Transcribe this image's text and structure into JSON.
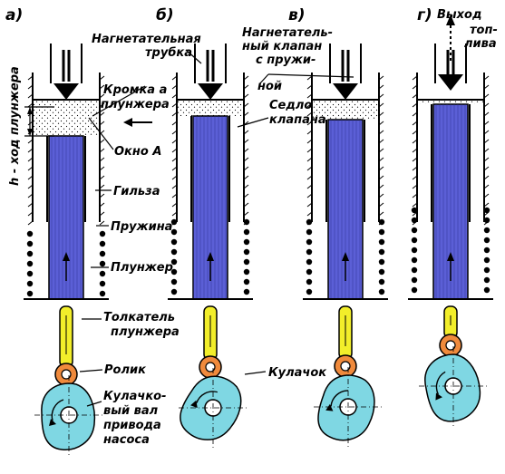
{
  "panels": [
    {
      "letter": "а)"
    },
    {
      "letter": "б)"
    },
    {
      "letter": "в)"
    },
    {
      "letter": "г)"
    }
  ],
  "labels": {
    "stroke_h": "h - ход плунжера",
    "delivery_tube": [
      "Нагнетательная",
      "трубка"
    ],
    "delivery_valve": [
      "Нагнетатель-",
      "ный клапан",
      "с пружи-",
      "ной"
    ],
    "fuel_exit": [
      "Выход",
      "топ-",
      "лива"
    ],
    "edge_a": [
      "Кромка а",
      "плунжера"
    ],
    "valve_seat": [
      "Седло",
      "клапана"
    ],
    "window_a": "Окно А",
    "sleeve": "Гильза",
    "spring": "Пружина",
    "plunger": "Плунжер",
    "pusher": [
      "Толкатель",
      "плунжера"
    ],
    "roller": "Ролик",
    "camshaft": [
      "Кулачко-",
      "вый вал",
      "привода",
      "насоса"
    ],
    "cam": "Кулачок"
  },
  "colors": {
    "plunger": "#5b5fd6",
    "plunger_dark": "#3a3cae",
    "pusher": "#f2ee2a",
    "roller": "#f08a3c",
    "cam": "#7fd7e3",
    "ink": "#000000"
  }
}
